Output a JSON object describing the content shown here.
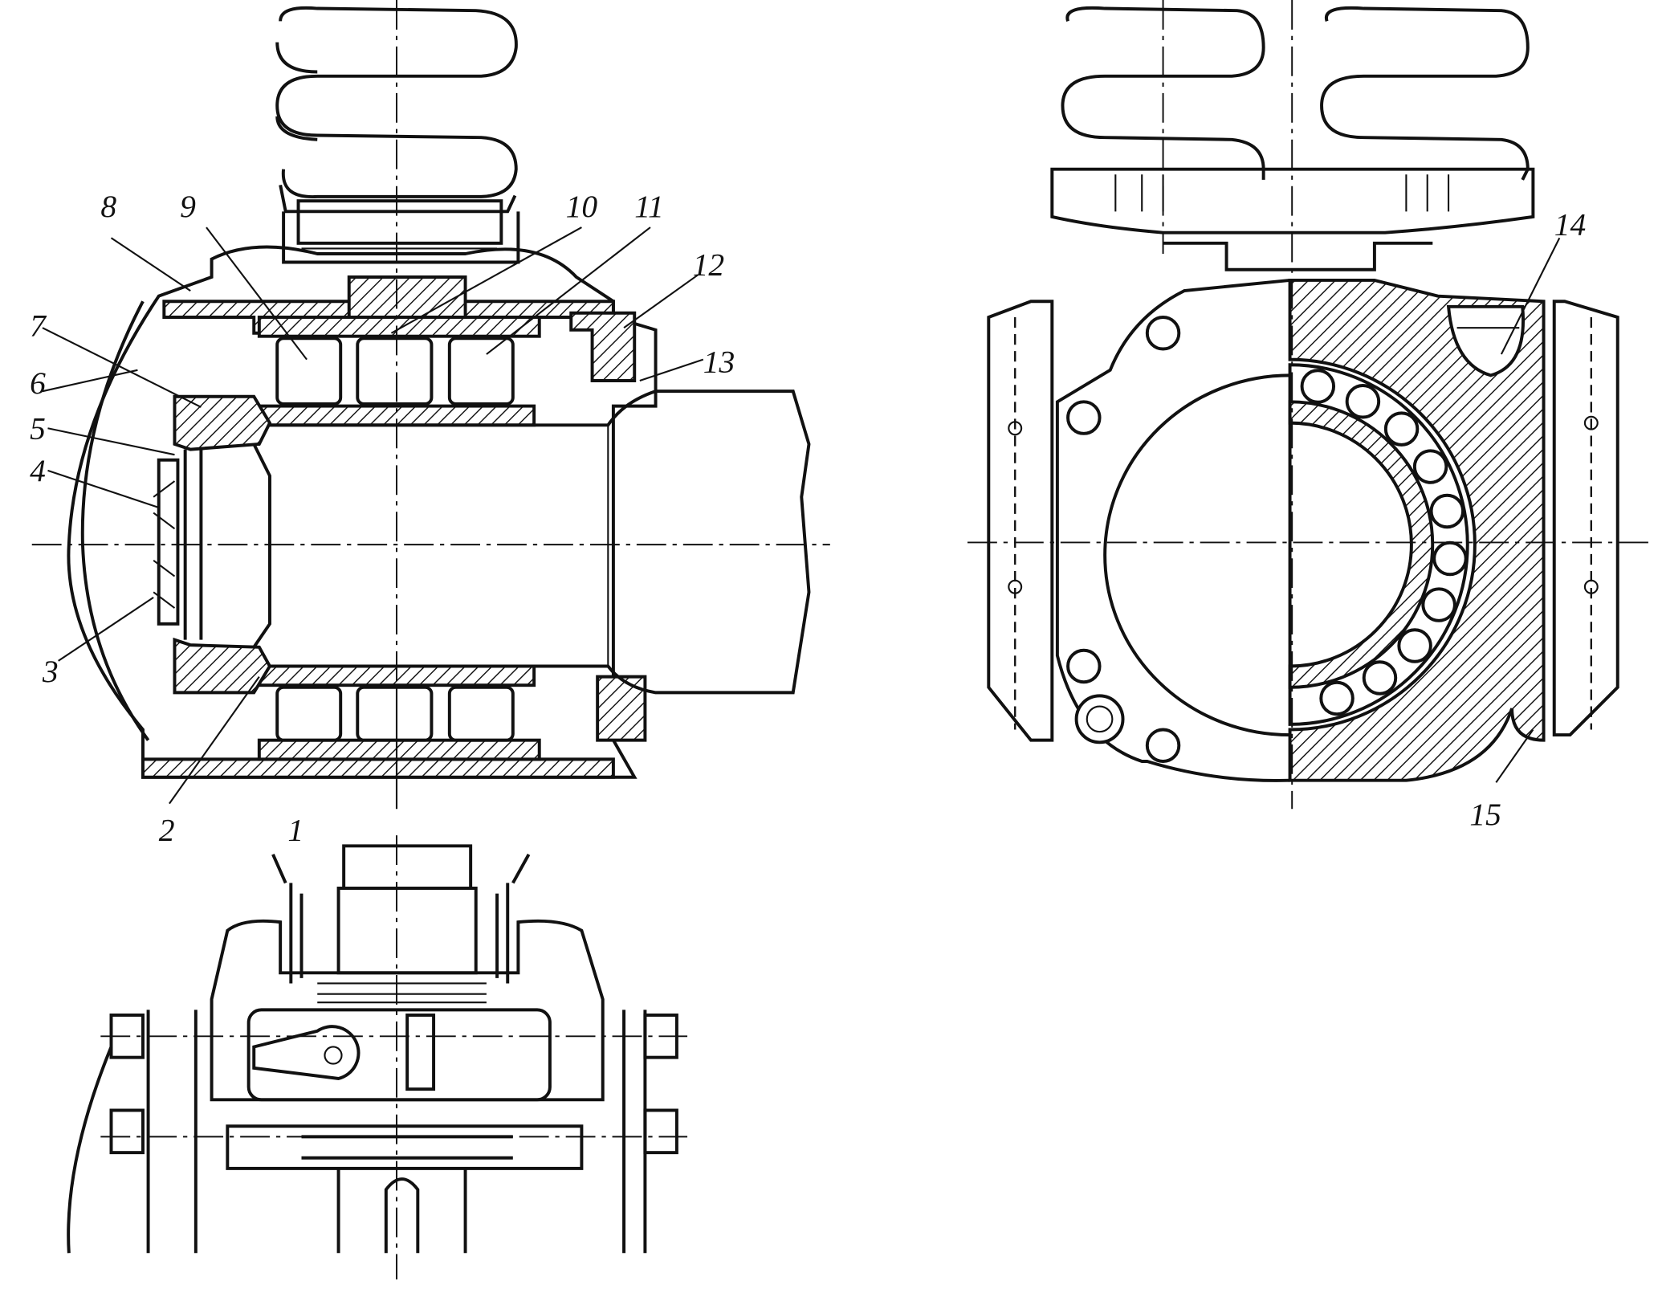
{
  "figure": {
    "labels": [
      "1",
      "2",
      "3",
      "4",
      "5",
      "6",
      "7",
      "8",
      "9",
      "10",
      "11",
      "12",
      "13",
      "14",
      "15"
    ],
    "colors": {
      "ink": "#111111",
      "paper": "#ffffff"
    }
  }
}
